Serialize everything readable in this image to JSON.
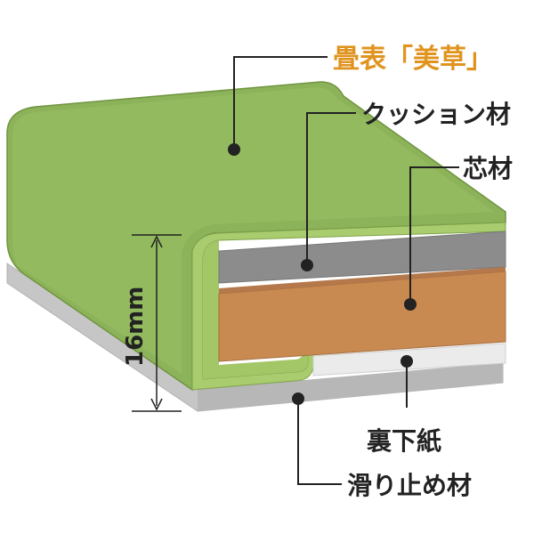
{
  "labels": {
    "tatami_surface": "畳表「美草」",
    "cushion": "クッション材",
    "core": "芯材",
    "backing_paper": "裏下紙",
    "anti_slip": "滑り止め材",
    "thickness": "16mm"
  },
  "colors": {
    "surface_title": "#e0941f",
    "label_text": "#222222",
    "green_top": "#8db35a",
    "green_front": "#7fa34c",
    "green_light": "#a9cc6e",
    "cushion_gray": "#8c8c8c",
    "core_orange": "#c98a52",
    "backing_white": "#ebebeb",
    "base_gray": "#c6c6c6",
    "leader": "#222222"
  }
}
